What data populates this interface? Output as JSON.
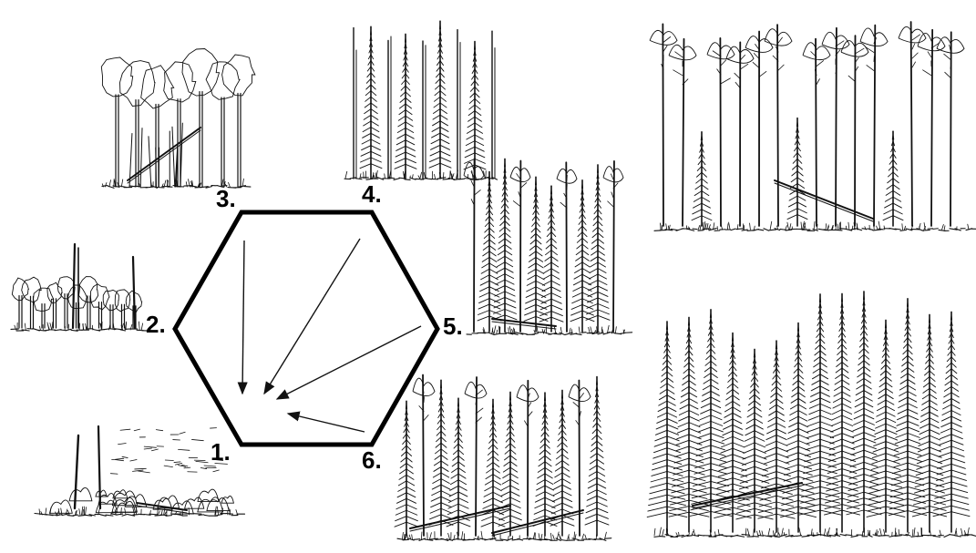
{
  "stages": [
    {
      "label": "1.",
      "scene": "burnt-ground-regrowth"
    },
    {
      "label": "2.",
      "scene": "young-shrub-thicket"
    },
    {
      "label": "3.",
      "scene": "broadleaf-stand"
    },
    {
      "label": "4.",
      "scene": "mixed-young-stand"
    },
    {
      "label": "5.",
      "scene": "spruce-under-canopy"
    },
    {
      "label": "6.",
      "scene": "mixed-mature-stand"
    }
  ],
  "panels": [
    {
      "scene": "mature-pine-forest"
    },
    {
      "scene": "old-spruce-forest"
    }
  ],
  "arrows": [
    {
      "from": "3.",
      "to": "center"
    },
    {
      "from": "4.",
      "to": "center"
    },
    {
      "from": "5.",
      "to": "center"
    },
    {
      "from": "6.",
      "to": "center"
    }
  ],
  "colors": {
    "ink": "#111111",
    "hexagon": "#000000",
    "background": "#ffffff"
  }
}
